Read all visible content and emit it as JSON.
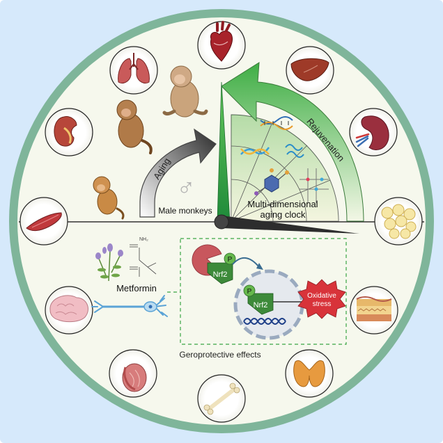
{
  "labels": {
    "aging": "Aging",
    "rejuvenation": "Rejuvenation",
    "male_monkeys": "Male monkeys",
    "clock_line1": "Multi-dimensional",
    "clock_line2": "aging clock",
    "metformin": "Metformin",
    "p_cyto": "P",
    "nrf2_cyto": "Nrf2",
    "p_nuc": "P",
    "nrf2_nuc": "Nrf2",
    "oxidative_line1": "Oxidative",
    "oxidative_line2": "stress",
    "geroprotective": "Geroprotective effects",
    "nh2": "NH₂"
  },
  "organs": [
    "heart",
    "liver",
    "kidney-right",
    "adipose",
    "artery",
    "thyroid",
    "bone",
    "testis",
    "brain",
    "muscle",
    "kidney-left",
    "lung"
  ],
  "colors": {
    "background": "#d6e9fb",
    "clock_rim": "#7fb59a",
    "clock_face": "#f6f8ed",
    "green_hand": "#3aa544",
    "dark_hand": "#2d2d2d",
    "rejuvenation_arrow": "#56b54a",
    "oxidative_badge": "#d8333a",
    "nrf2_box": "#3d8a3a",
    "inhibitor": "#c8575d"
  }
}
